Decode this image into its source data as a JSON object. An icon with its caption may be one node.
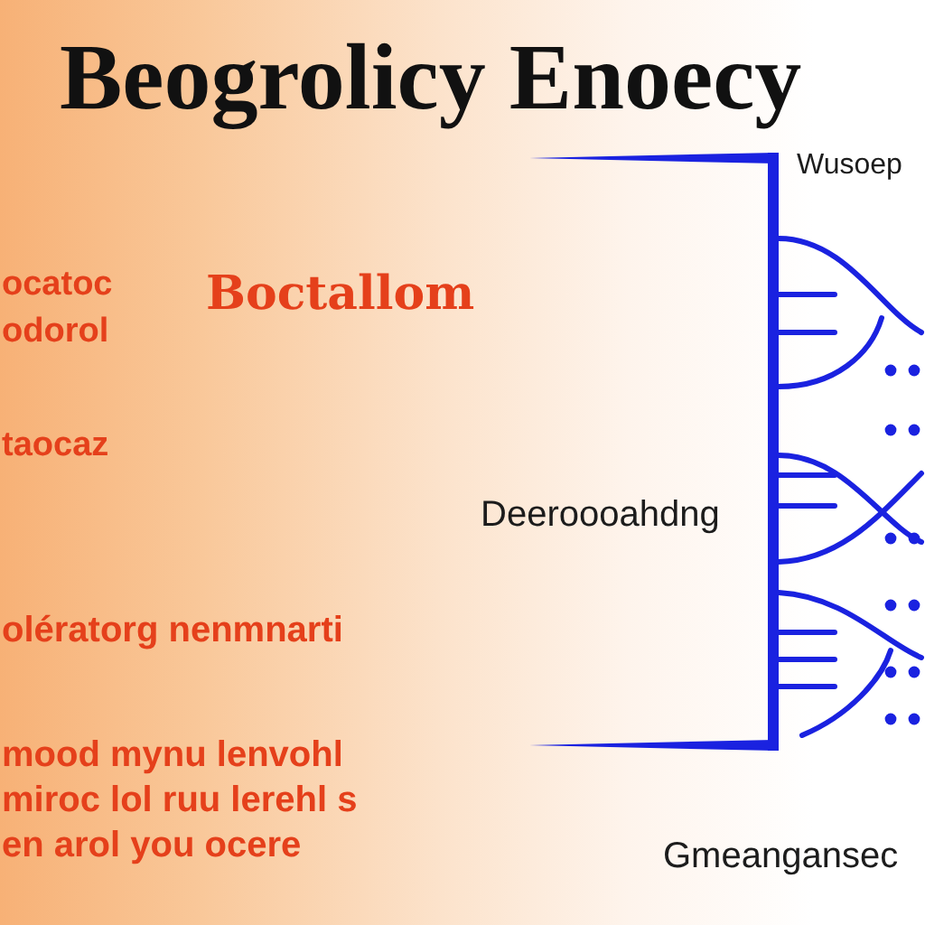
{
  "diagram": {
    "title": "Beogrolicy Enoecy",
    "labels": [
      "Wusoep",
      "ocatoc odorol",
      "Boctallom",
      "taocaz",
      "Deeroooahdng",
      "olératorg nenmnarti",
      "mood mynu lenvohl miroc lol ruu lerehl s en arol you ocere",
      "Gmeangansec"
    ]
  }
}
